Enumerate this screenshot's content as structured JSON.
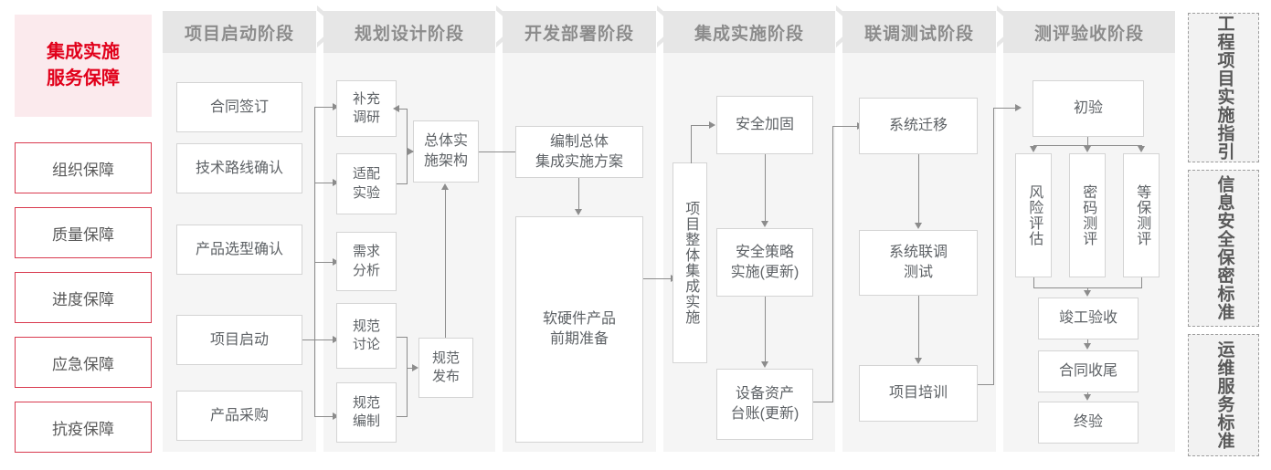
{
  "guarantee": {
    "title_line1": "集成实施",
    "title_line2": "服务保障",
    "items": [
      {
        "label": "组织保障"
      },
      {
        "label": "质量保障"
      },
      {
        "label": "进度保障"
      },
      {
        "label": "应急保障"
      },
      {
        "label": "抗疫保障"
      }
    ]
  },
  "phases": [
    {
      "header": "项目启动阶段"
    },
    {
      "header": "规划设计阶段"
    },
    {
      "header": "开发部署阶段"
    },
    {
      "header": "集成实施阶段"
    },
    {
      "header": "联调测试阶段"
    },
    {
      "header": "测评验收阶段"
    }
  ],
  "nodes": {
    "p1": [
      {
        "label": "合同签订"
      },
      {
        "label": "技术路线确认"
      },
      {
        "label": "产品选型确认"
      },
      {
        "label": "项目启动"
      },
      {
        "label": "产品采购"
      }
    ],
    "p2": [
      {
        "label": "补充\n调研"
      },
      {
        "label": "适配\n实验"
      },
      {
        "label": "需求\n分析"
      },
      {
        "label": "规范\n讨论"
      },
      {
        "label": "规范\n编制"
      },
      {
        "label": "总体实\n施架构"
      },
      {
        "label": "规范\n发布"
      }
    ],
    "p3": [
      {
        "label": "编制总体\n集成实施方案"
      },
      {
        "label": "软硬件产品\n前期准备"
      }
    ],
    "p4": [
      {
        "label": "项目整体集成实施"
      },
      {
        "label": "安全加固"
      },
      {
        "label": "安全策略\n实施(更新)"
      },
      {
        "label": "设备资产\n台账(更新)"
      }
    ],
    "p5": [
      {
        "label": "系统迁移"
      },
      {
        "label": "系统联调\n测试"
      },
      {
        "label": "项目培训"
      }
    ],
    "p6": [
      {
        "label": "初验"
      },
      {
        "label": "风险评估"
      },
      {
        "label": "密码测评"
      },
      {
        "label": "等保测评"
      },
      {
        "label": "竣工验收"
      },
      {
        "label": "合同收尾"
      },
      {
        "label": "终验"
      }
    ]
  },
  "standards": [
    {
      "label": "工程项目实施指引"
    },
    {
      "label": "信息安全保密标准"
    },
    {
      "label": "运维服务标准"
    }
  ],
  "colors": {
    "accent_red": "#e1001a",
    "accent_red_border": "#d93a4f",
    "title_bg": "#fbeaed",
    "column_bg": "#f5f5f5",
    "header_bg": "#e6e6e6",
    "header_text": "#8c8c8c",
    "node_border": "#d4d4d4",
    "node_text": "#5e6266",
    "connector": "#8c8c8c",
    "standards_bg": "#f2f2f2",
    "standards_border": "#9e9e9e"
  }
}
